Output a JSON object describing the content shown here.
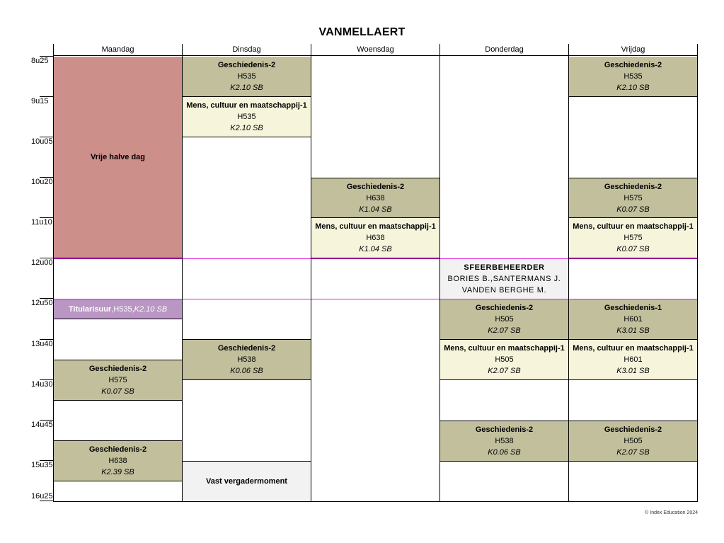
{
  "title": "VANMELLAERT",
  "days": [
    "Maandag",
    "Dinsdag",
    "Woensdag",
    "Donderdag",
    "Vrijdag"
  ],
  "times": [
    "8u25",
    "9u15",
    "10u05",
    "10u20",
    "11u10",
    "12u00",
    "12u50",
    "13u40",
    "14u30",
    "14u45",
    "15u35",
    "16u25"
  ],
  "footer": "© Index Education 2024",
  "colors": {
    "olive": "#c1bf9c",
    "cream": "#f6f5dc",
    "rose": "#cd8f8a",
    "grey": "#f2f2f2",
    "violet": "#ba96c4",
    "break_line": "#e020e0"
  },
  "lessons": {
    "ma_vrij": {
      "subject": "Vrije halve dag"
    },
    "ma_titularis": {
      "subject": "Titularisuur",
      "group": "H535",
      "room": "K2.10 SB"
    },
    "ma_gesch1": {
      "subject": "Geschiedenis-2",
      "group": "H575",
      "room": "K0.07 SB"
    },
    "ma_gesch2": {
      "subject": "Geschiedenis-2",
      "group": "H638",
      "room": "K2.39 SB"
    },
    "di_gesch1": {
      "subject": "Geschiedenis-2",
      "group": "H535",
      "room": "K2.10 SB"
    },
    "di_mcm": {
      "subject": "Mens, cultuur en maatschappij-1",
      "group": "H535",
      "room": "K2.10 SB"
    },
    "di_gesch2": {
      "subject": "Geschiedenis-2",
      "group": "H538",
      "room": "K0.06 SB"
    },
    "di_vast": {
      "subject": "Vast vergadermoment"
    },
    "wo_gesch": {
      "subject": "Geschiedenis-2",
      "group": "H638",
      "room": "K1.04 SB"
    },
    "wo_mcm": {
      "subject": "Mens, cultuur en maatschappij-1",
      "group": "H638",
      "room": "K1.04 SB"
    },
    "do_sfeer": {
      "subject": "SFEERBEHEERDER",
      "line2": "BORIES B.,SANTERMANS J.",
      "line3": "VANDEN BERGHE M."
    },
    "do_gesch1": {
      "subject": "Geschiedenis-2",
      "group": "H505",
      "room": "K2.07 SB"
    },
    "do_mcm": {
      "subject": "Mens, cultuur en maatschappij-1",
      "group": "H505",
      "room": "K2.07 SB"
    },
    "do_gesch2": {
      "subject": "Geschiedenis-2",
      "group": "H538",
      "room": "K0.06 SB"
    },
    "vr_gesch1": {
      "subject": "Geschiedenis-2",
      "group": "H535",
      "room": "K2.10 SB"
    },
    "vr_gesch2": {
      "subject": "Geschiedenis-2",
      "group": "H575",
      "room": "K0.07 SB"
    },
    "vr_mcm1": {
      "subject": "Mens, cultuur en maatschappij-1",
      "group": "H575",
      "room": "K0.07 SB"
    },
    "vr_gesch3": {
      "subject": "Geschiedenis-1",
      "group": "H601",
      "room": "K3.01 SB"
    },
    "vr_mcm2": {
      "subject": "Mens, cultuur en maatschappij-1",
      "group": "H601",
      "room": "K3.01 SB"
    },
    "vr_gesch4": {
      "subject": "Geschiedenis-2",
      "group": "H505",
      "room": "K2.07 SB"
    }
  }
}
